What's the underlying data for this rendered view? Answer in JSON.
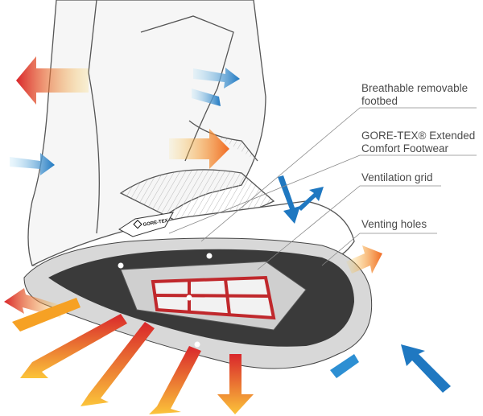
{
  "labels": {
    "footbed": [
      "Breathable removable",
      "footbed"
    ],
    "gore_tex": [
      "GORE-TEX® Extended",
      "Comfort Footwear"
    ],
    "grid": "Ventilation grid",
    "holes": "Venting holes"
  },
  "logo": {
    "text": "GORE-TEX"
  },
  "colors": {
    "warm": "#f39a1e",
    "hot": "#d9262b",
    "cool": "#1f78c1",
    "cool_light": "#6cc4ef",
    "leader": "#8a8a8a",
    "sole": "#3a3a3a"
  }
}
